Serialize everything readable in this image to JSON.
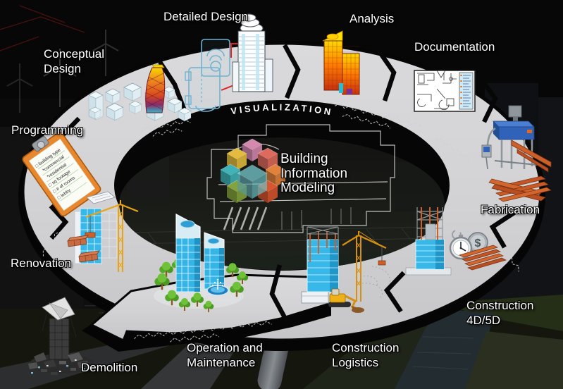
{
  "center": {
    "line1": "Building",
    "line2": "Information",
    "line3": "Modeling"
  },
  "ring": {
    "banner": "VISUALIZATION"
  },
  "stages": {
    "programming": "Programming",
    "conceptual_design": "Conceptual Design",
    "detailed_design": "Detailed Design",
    "analysis": "Analysis",
    "documentation": "Documentation",
    "fabrication": "Fabrication",
    "construction_4d5d": "Construction 4D/5D",
    "construction_logistics": "Construction Logistics",
    "operation_maintenance": "Operation and Maintenance",
    "renovation": "Renovation",
    "demolition": "Demolition"
  },
  "programming_checklist": {
    "item1": "□ building type",
    "item2": "*commercial",
    "item3": "*residential",
    "item4": "□ sq footage",
    "item5": "□ # of rooms",
    "item6": "□ lobby"
  },
  "icons": {
    "dollar_sign": "$"
  },
  "colors": {
    "band_gray": "#d3d3d5",
    "ring_black": "#050505",
    "beam_orange": "#cc5f2a",
    "glass_blue": "#38b8e8",
    "crane_yellow": "#e8a317",
    "tree_green": "#5fb32e",
    "clipboard_orange": "#e8872d",
    "arrow_red": "#e02020",
    "sketch_blue": "#6fb3d2",
    "label_white": "#ffffff",
    "cube_yellow": "#e3bc3f",
    "cube_pink": "#d489ae",
    "cube_red": "#dd6a5c",
    "cube_orange": "#e2823a",
    "cube_red_orange": "#d8552f",
    "cube_green": "#85a33c",
    "cube_teal": "#3fb3b8",
    "cube_cyan": "#7fdde2"
  }
}
